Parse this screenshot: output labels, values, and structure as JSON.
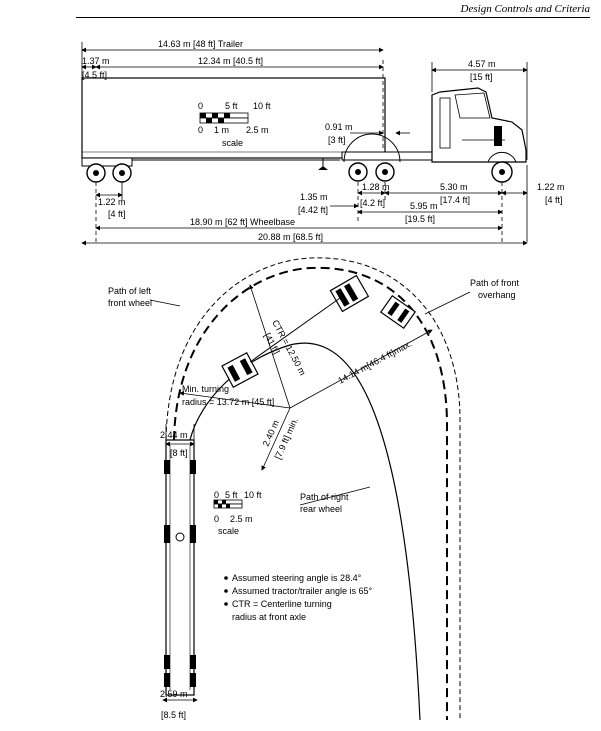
{
  "header": {
    "title": "Design Controls and Criteria"
  },
  "truck_dims": {
    "overall_trailer": "14.63 m [48 ft] Trailer",
    "rear_overhang_m": "1.37 m",
    "rear_overhang_ft": "[4.5 ft]",
    "trailer_wb": "12.34 m [40.5 ft]",
    "cab_len_m": "4.57 m",
    "cab_len_ft": "[15 ft]",
    "kingpin_m": "0.91 m",
    "kingpin_ft": "[3 ft]",
    "trailer_axle_m": "1.22 m",
    "trailer_axle_ft": "[4 ft]",
    "kp_offset_m": "1.35 m",
    "kp_offset_ft": "[4.42 ft]",
    "tandem_m": "1.28 m",
    "tandem_ft": "[4.2 ft]",
    "tractor_wb_m": "5.30 m",
    "tractor_wb_ft": "[17.4 ft]",
    "tractor_total_m": "5.95 m",
    "tractor_total_ft": "[19.5 ft]",
    "front_overhang_m": "1.22 m",
    "front_overhang_ft": "[4 ft]",
    "wheelbase": "18.90 m [62 ft] Wheelbase",
    "overall": "20.88 m [68.5 ft]"
  },
  "scale_top": {
    "ft0": "0",
    "ft5": "5 ft",
    "ft10": "10 ft",
    "m0": "0",
    "m1": "1 m",
    "m25": "2.5 m",
    "label": "scale"
  },
  "turn": {
    "left_wheel_1": "Path of left",
    "left_wheel_2": "front wheel",
    "front_overhang_1": "Path of front",
    "front_overhang_2": "overhang",
    "ctr_m": "CTR = 12.50 m",
    "ctr_ft": "[41 ft]",
    "radius_max": "14.14 m[46.4 ft]max.",
    "min_turn_1": "Min. turning",
    "min_turn_2": "radius = 13.72 m [45 ft]",
    "inner_m": "2.40 m",
    "inner_ft": "[7.9 ft] min.",
    "width_top_m": "2.44 m",
    "width_top_ft": "[8 ft]",
    "right_rear_1": "Path of right",
    "right_rear_2": "rear wheel",
    "width_bot_m": "2.59 m",
    "width_bot_ft": "[8.5 ft]"
  },
  "scale_bottom": {
    "ft0": "0",
    "ft5": "5 ft",
    "ft10": "10 ft",
    "m0": "0",
    "m25": "2.5 m",
    "label": "scale"
  },
  "notes": [
    "Assumed steering angle is 28.4°",
    "Assumed tractor/trailer angle is 65°",
    "CTR = Centerline turning",
    "radius at front axle"
  ]
}
